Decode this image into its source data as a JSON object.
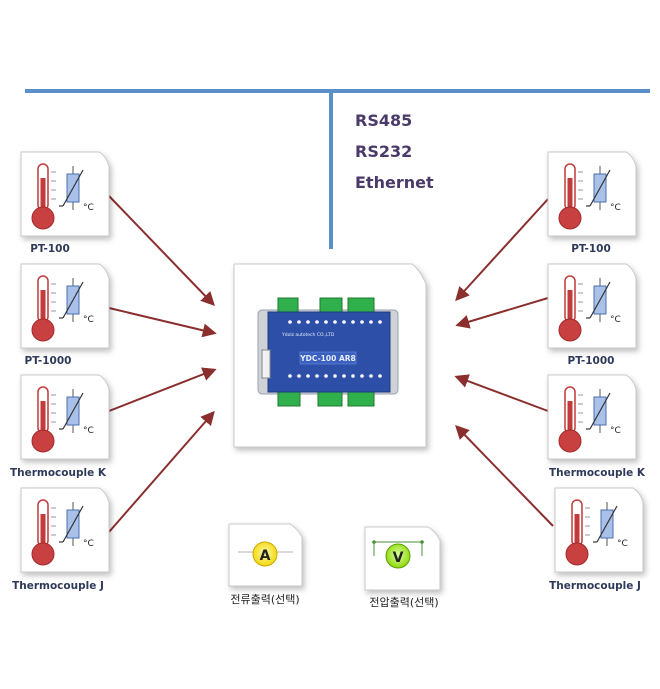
{
  "buses": [
    "RS485",
    "RS232",
    "Ethernet"
  ],
  "left_sensors": [
    {
      "label": "PT-100"
    },
    {
      "label": "PT-1000"
    },
    {
      "label": "Thermocouple  K"
    },
    {
      "label": "Thermocouple  J"
    }
  ],
  "right_sensors": [
    {
      "label": "PT-100"
    },
    {
      "label": "PT-1000"
    },
    {
      "label": "Thermocouple  K"
    },
    {
      "label": "Thermocouple  J"
    }
  ],
  "sensor_unit": "°C",
  "device": {
    "model": "YDC-100 AR8",
    "maker": "Ydolz autotech CO.,LTD"
  },
  "outputs": [
    {
      "symbol": "A",
      "label": "전류출력(선택)",
      "icon": "ammeter-icon"
    },
    {
      "symbol": "V",
      "label": "전압출력(선택)",
      "icon": "voltmeter-icon"
    }
  ],
  "colors": {
    "bus_line": "#5b8fc9",
    "arrow": "#8b2e2e",
    "device_panel": "#2d4fa8",
    "terminal": "#2fb04a"
  }
}
